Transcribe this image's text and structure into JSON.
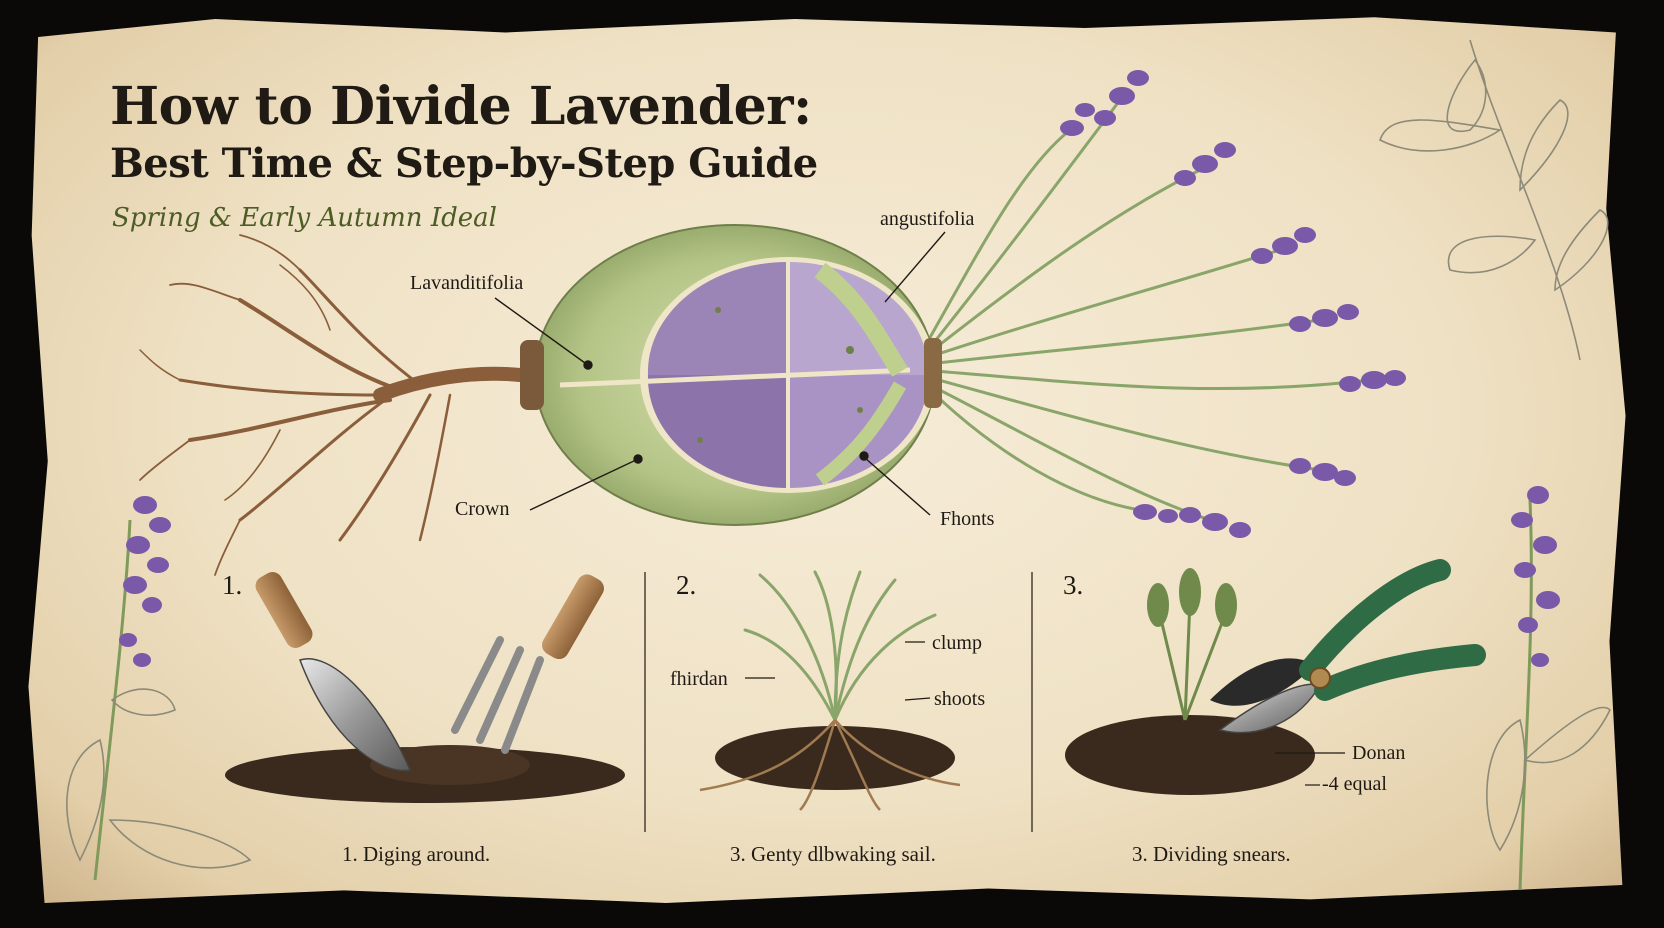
{
  "header": {
    "title": "How to Divide Lavender:",
    "subtitle": "Best Time & Step-by-Step Guide",
    "tagline": "Spring & Early Autumn Ideal"
  },
  "diagram": {
    "labels": {
      "top_right": "angustifolia",
      "top_left": "Lavanditifolia",
      "bottom_left": "Crown",
      "bottom_right": "Fhonts"
    }
  },
  "steps": [
    {
      "number": "1.",
      "caption": "1. Diging around."
    },
    {
      "number": "2.",
      "caption": "3. Genty dlbwaking sail.",
      "callouts": [
        "clump",
        "fhirdan",
        "shoots"
      ]
    },
    {
      "number": "3.",
      "caption": "3. Dividing  snears.",
      "callouts": [
        "Donan",
        "-4 equal"
      ]
    }
  ],
  "colors": {
    "lavender": "#7a5aa8",
    "foliage": "#8aa56a",
    "bulb": "#b9c98f",
    "root": "#8a5e3a",
    "soil": "#3a2a1d",
    "handle_green": "#2f6b45",
    "tagline_green": "#4c5c24"
  }
}
